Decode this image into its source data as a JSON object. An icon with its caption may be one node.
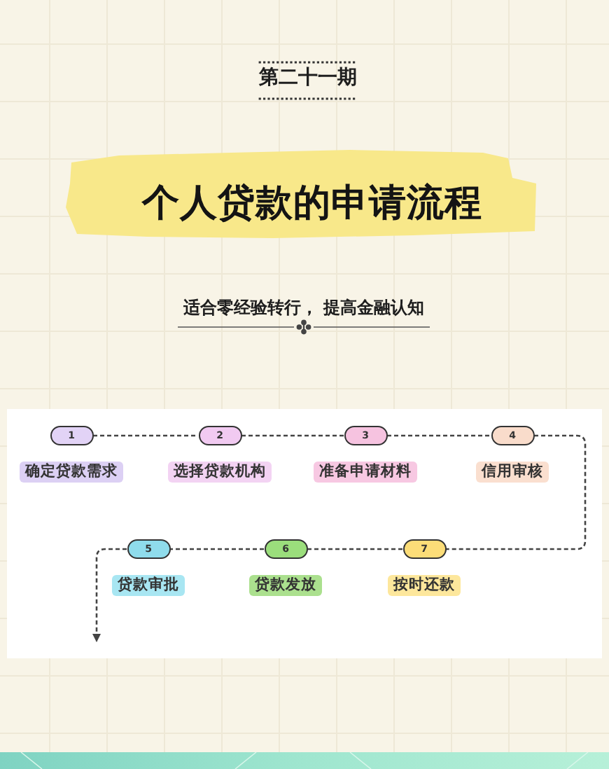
{
  "diagram": {
    "title": "个人贷款的申请流程",
    "nodes": [
      {
        "text": [
          "1"
        ],
        "beside": [
          "确定贷款需求"
        ]
      },
      {
        "text": [
          "2"
        ],
        "beside": [
          "选择贷款机构"
        ]
      },
      {
        "text": [
          "3"
        ],
        "beside": [
          "准备申请材料"
        ]
      },
      {
        "text": [
          "4"
        ],
        "beside": [
          "信用审核"
        ]
      },
      {
        "text": [
          "5"
        ],
        "beside": [
          "贷款审批"
        ]
      },
      {
        "text": [
          "6"
        ],
        "beside": [
          "贷款发放"
        ]
      },
      {
        "text": [
          "7"
        ],
        "beside": [
          "按时还款"
        ]
      }
    ],
    "edges": [
      {
        "from": 0,
        "to": 1,
        "arrow": "none",
        "style": "dashed"
      },
      {
        "from": 1,
        "to": 2,
        "arrow": "none",
        "style": "dashed"
      },
      {
        "from": 2,
        "to": 3,
        "arrow": "none",
        "style": "dashed"
      },
      {
        "from": 3,
        "to": 6,
        "arrow": "none",
        "style": "dashed"
      },
      {
        "from": 6,
        "to": 5,
        "arrow": "none",
        "style": "dashed"
      },
      {
        "from": 5,
        "to": 4,
        "arrow": "none",
        "style": "dashed"
      },
      {
        "from": 4,
        "to": null,
        "arrow": "to",
        "style": "dashed"
      }
    ],
    "labels": [
      "第二十一期",
      "适合零经验转行， 提高金融认知"
    ]
  }
}
